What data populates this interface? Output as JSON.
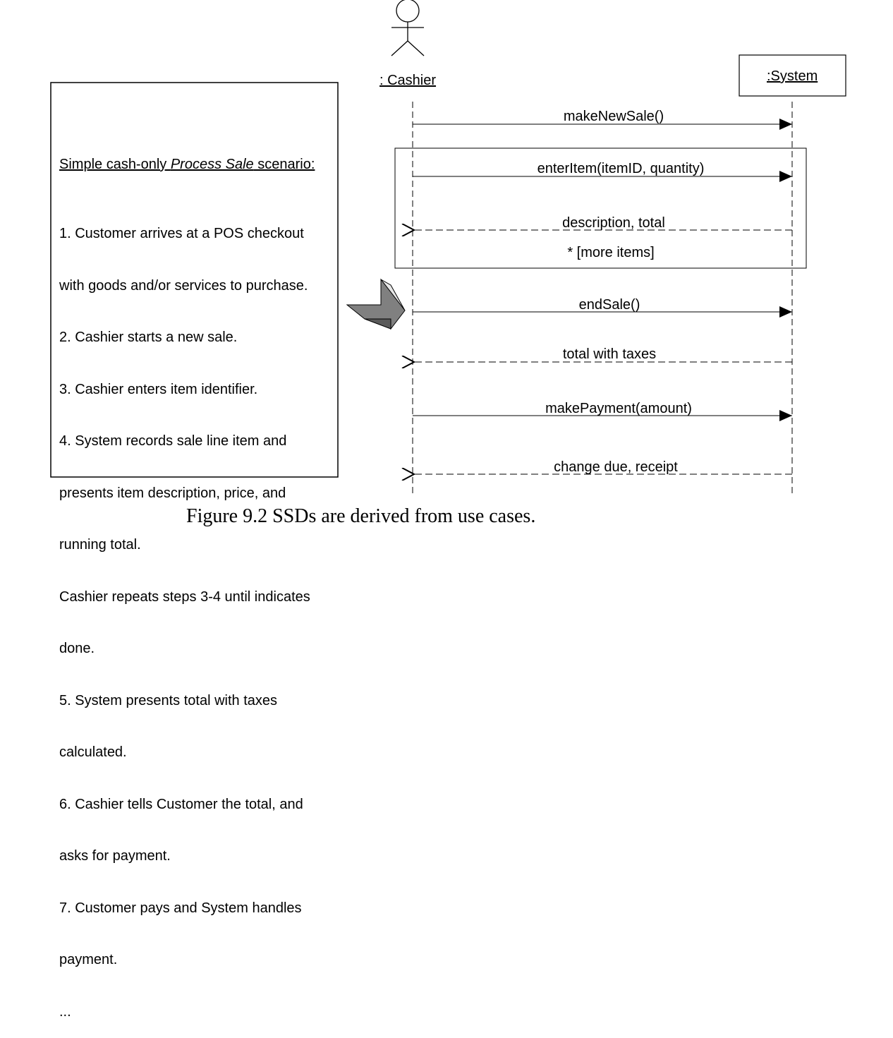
{
  "actor": {
    "label": ": Cashier"
  },
  "system": {
    "label": ":System"
  },
  "messages": [
    {
      "label": "makeNewSale()",
      "kind": "call"
    },
    {
      "label": "enterItem(itemID, quantity)",
      "kind": "call"
    },
    {
      "label": "description, total",
      "kind": "return"
    },
    {
      "label": "endSale()",
      "kind": "call"
    },
    {
      "label": "total with taxes",
      "kind": "return"
    },
    {
      "label": "makePayment(amount)",
      "kind": "call"
    },
    {
      "label": "change due, receipt",
      "kind": "return"
    }
  ],
  "loop": {
    "guard": "* [more items]"
  },
  "use_case": {
    "title_prefix": "Simple cash-only ",
    "title_italic": "Process Sale",
    "title_suffix": " scenario:",
    "steps": [
      "1. Customer arrives at a POS checkout",
      "with goods and/or services to purchase.",
      "2. Cashier starts a new sale.",
      "3. Cashier enters item identifier.",
      "4. System records sale line item and",
      "presents item description, price, and",
      "running total.",
      "Cashier repeats steps 3-4 until indicates",
      "done.",
      "5. System presents total with taxes",
      "calculated.",
      "6. Cashier tells Customer the total, and",
      "asks for payment.",
      "7. Customer pays and System handles",
      "payment.",
      "..."
    ]
  },
  "caption": "Figure 9.2 SSDs are derived from use cases."
}
